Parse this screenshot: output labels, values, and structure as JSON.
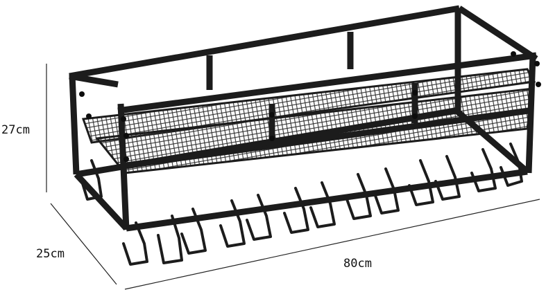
{
  "image": {
    "subject": "wall-mounted-wine-glass-rack",
    "colors": {
      "frame": "#1c1c1c",
      "mesh": "#3a3a3a",
      "dimension_line": "#222222",
      "background": "#ffffff"
    }
  },
  "dimensions": {
    "height": "27cm",
    "depth": "25cm",
    "width": "80cm"
  }
}
